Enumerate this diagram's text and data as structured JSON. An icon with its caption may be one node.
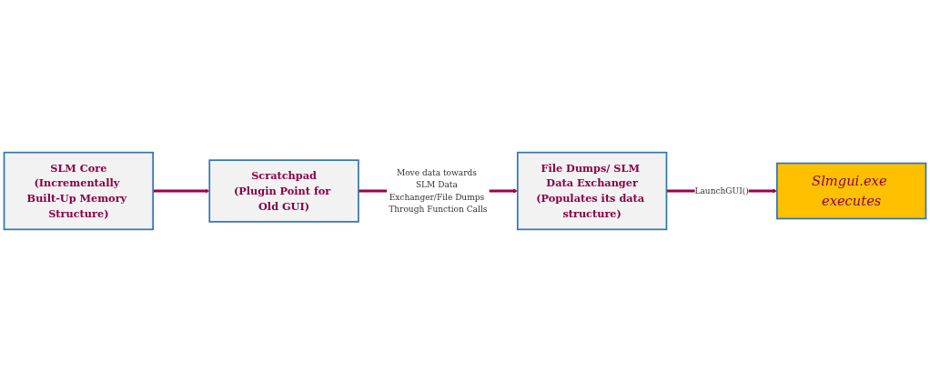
{
  "diagram": {
    "nodes": [
      {
        "text": [
          "SLM Core",
          "(Incrementally Built-Up Memory Structure)"
        ]
      },
      {
        "text": [
          "Scratchpad",
          "(Plugin Point for Old GUI)"
        ]
      },
      {
        "text": [
          "File Dumps/ SLM Data Exchanger",
          "(Populates its data structure)"
        ]
      },
      {
        "text": [
          "Slmgui.exe executes"
        ]
      }
    ],
    "edges": [
      {
        "from": 0,
        "to": 1,
        "arrow": "to"
      },
      {
        "from": 1,
        "to": 2,
        "arrow": "to",
        "label": "Move data towards SLM Data Exchanger/File Dumps Through Function Calls"
      },
      {
        "from": 2,
        "to": 3,
        "arrow": "to",
        "label": "LaunchGUI()"
      }
    ]
  }
}
